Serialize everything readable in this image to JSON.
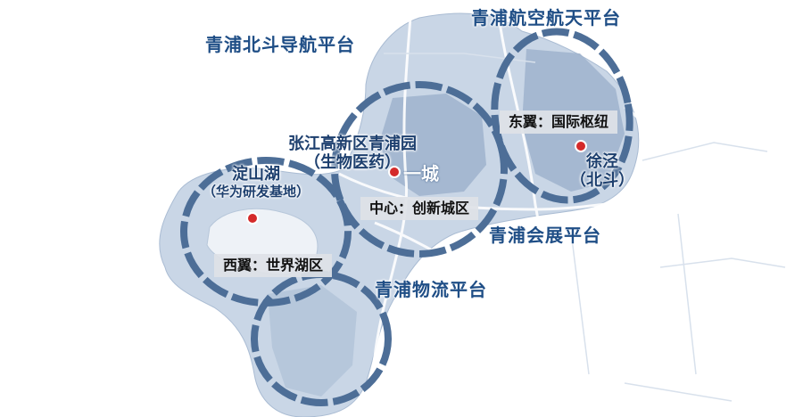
{
  "colors": {
    "ring": "#4d6e97",
    "land": "#c9d6e6",
    "land_dark": "#9fb3cc",
    "lake": "#eef2f7",
    "road": "#ffffff",
    "marker": "#d42a2a",
    "platform_text": "#1f4e86"
  },
  "platforms": {
    "beidou": "青浦北斗导航平台",
    "aerospace": "青浦航空航天平台",
    "exhibition": "青浦会展平台",
    "logistics": "青浦物流平台"
  },
  "areas": {
    "dianshanhu": {
      "name": "淀山湖",
      "sub": "（华为研发基地）"
    },
    "zhangjiang": {
      "name": "张江高新区青浦园",
      "sub": "（生物医药）"
    },
    "xujing": {
      "name": "徐泾",
      "sub": "（北斗）"
    }
  },
  "banners": {
    "east": "东翼：国际枢纽",
    "center": "中心：创新城区",
    "west": "西翼：世界湖区"
  },
  "city_label": "一城"
}
